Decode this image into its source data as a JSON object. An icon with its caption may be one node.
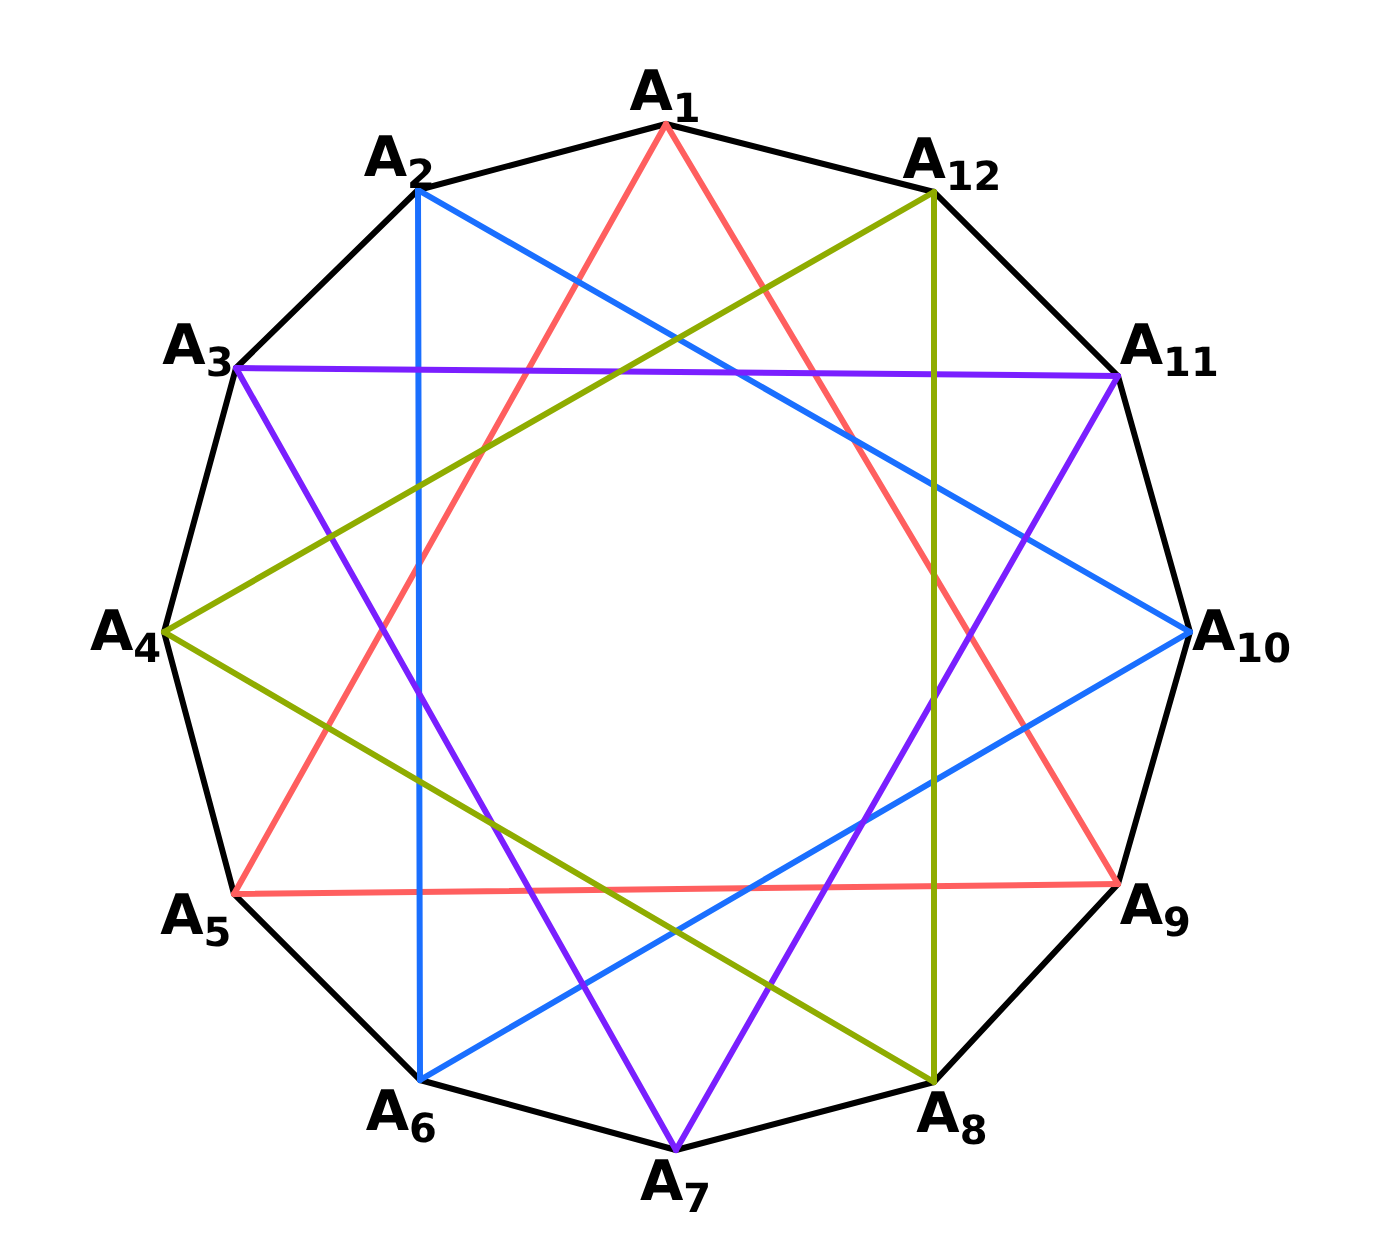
{
  "diagram": {
    "nodes": [
      {
        "text": [
          "A$_{1}$"
        ]
      },
      {
        "text": [
          "A$_{2}$"
        ]
      },
      {
        "text": [
          "A$_{3}$"
        ]
      },
      {
        "text": [
          "A$_{4}$"
        ]
      },
      {
        "text": [
          "A$_{5}$"
        ]
      },
      {
        "text": [
          "A$_{6}$"
        ]
      },
      {
        "text": [
          "A$_{7}$"
        ]
      },
      {
        "text": [
          "A$_{8}$"
        ]
      },
      {
        "text": [
          "A$_{9}$"
        ]
      },
      {
        "text": [
          "A$_{10}$"
        ]
      },
      {
        "text": [
          "A$_{11}$"
        ]
      },
      {
        "text": [
          "A$_{12}$"
        ]
      }
    ],
    "edges": [
      {
        "from": 0,
        "to": 1,
        "arrow": "none"
      },
      {
        "from": 1,
        "to": 2,
        "arrow": "none"
      },
      {
        "from": 2,
        "to": 3,
        "arrow": "none"
      },
      {
        "from": 3,
        "to": 4,
        "arrow": "none"
      },
      {
        "from": 4,
        "to": 5,
        "arrow": "none"
      },
      {
        "from": 5,
        "to": 6,
        "arrow": "none"
      },
      {
        "from": 6,
        "to": 7,
        "arrow": "none"
      },
      {
        "from": 7,
        "to": 8,
        "arrow": "none"
      },
      {
        "from": 8,
        "to": 9,
        "arrow": "none"
      },
      {
        "from": 9,
        "to": 10,
        "arrow": "none"
      },
      {
        "from": 10,
        "to": 11,
        "arrow": "none"
      },
      {
        "from": 11,
        "to": 0,
        "arrow": "none"
      },
      {
        "from": 0,
        "to": 4,
        "arrow": "none",
        "color": "#ff5f5f"
      },
      {
        "from": 4,
        "to": 8,
        "arrow": "none",
        "color": "#ff5f5f"
      },
      {
        "from": 8,
        "to": 0,
        "arrow": "none",
        "color": "#ff5f5f"
      },
      {
        "from": 1,
        "to": 5,
        "arrow": "none",
        "color": "#1a6fff"
      },
      {
        "from": 5,
        "to": 9,
        "arrow": "none",
        "color": "#1a6fff"
      },
      {
        "from": 9,
        "to": 1,
        "arrow": "none",
        "color": "#1a6fff"
      },
      {
        "from": 2,
        "to": 6,
        "arrow": "none",
        "color": "#7a1fff"
      },
      {
        "from": 6,
        "to": 10,
        "arrow": "none",
        "color": "#7a1fff"
      },
      {
        "from": 10,
        "to": 2,
        "arrow": "none",
        "color": "#7a1fff"
      },
      {
        "from": 3,
        "to": 7,
        "arrow": "none",
        "color": "#8fac00"
      },
      {
        "from": 7,
        "to": 11,
        "arrow": "none",
        "color": "#8fac00"
      },
      {
        "from": 11,
        "to": 3,
        "arrow": "none",
        "color": "#8fac00"
      }
    ]
  }
}
